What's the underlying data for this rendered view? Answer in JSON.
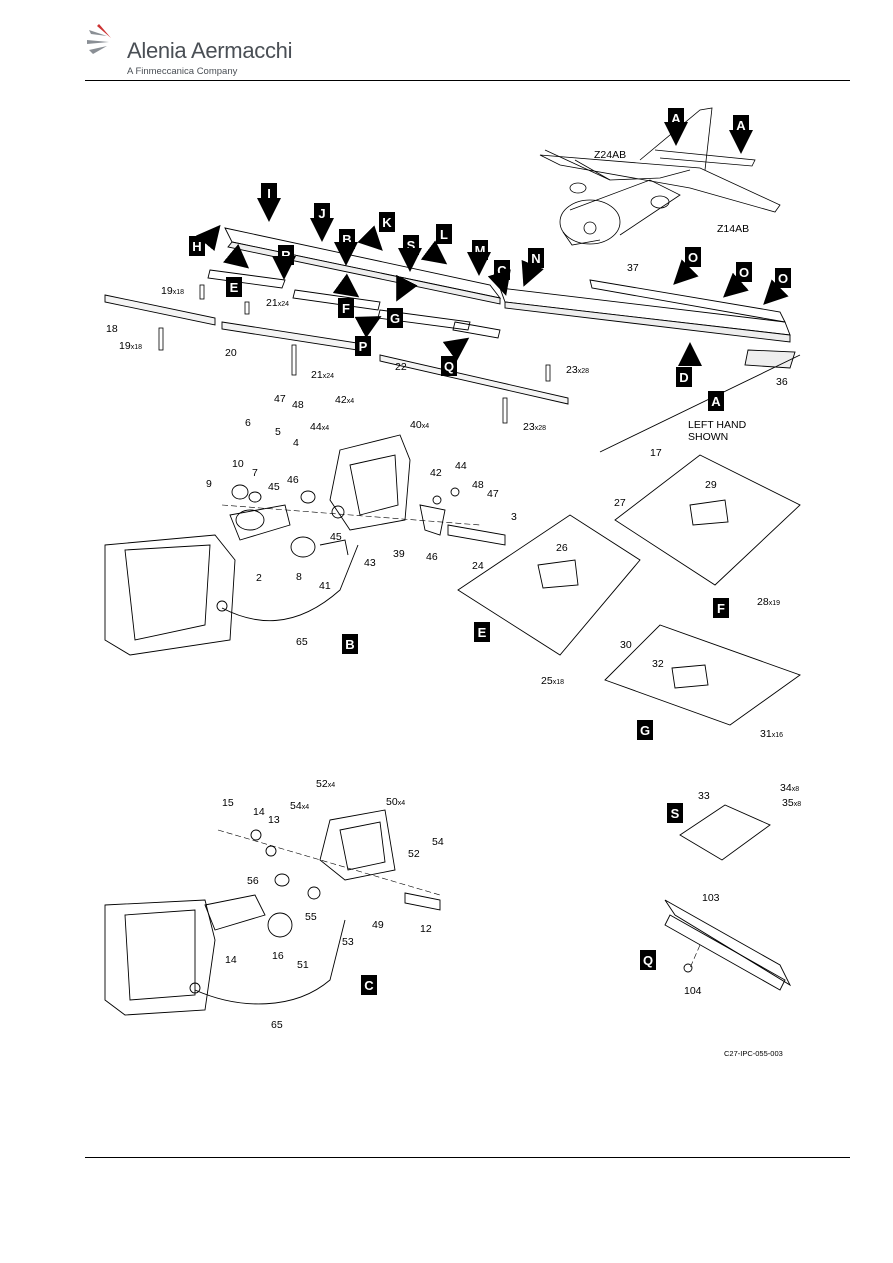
{
  "header": {
    "brand": "Alenia Aermacchi",
    "brand_sub": "A Finmeccanica Company"
  },
  "figure_id": "C27-IPC-055-003",
  "aircraft": {
    "z_left": "Z24AB",
    "z_right": "Z14AB",
    "note_line1": "LEFT HAND",
    "note_line2": "SHOWN"
  },
  "letters": {
    "A": "A",
    "B": "B",
    "C": "C",
    "D": "D",
    "E": "E",
    "F": "F",
    "G": "G",
    "H": "H",
    "I": "I",
    "J": "J",
    "K": "K",
    "L": "L",
    "M": "M",
    "N": "N",
    "O": "O",
    "P": "P",
    "Q": "Q",
    "R": "R",
    "S": "S"
  },
  "callouts": {
    "n2": "2",
    "n3": "3",
    "n4": "4",
    "n5": "5",
    "n6": "6",
    "n7": "7",
    "n8": "8",
    "n9": "9",
    "n10": "10",
    "n12": "12",
    "n13": "13",
    "n14": "14",
    "n15": "15",
    "n16": "16",
    "n17": "17",
    "n18": "18",
    "n19": "19",
    "n20": "20",
    "n21": "21",
    "n22": "22",
    "n23": "23",
    "n24": "24",
    "n25": "25",
    "n26": "26",
    "n27": "27",
    "n28": "28",
    "n29": "29",
    "n30": "30",
    "n31": "31",
    "n32": "32",
    "n33": "33",
    "n34": "34",
    "n35": "35",
    "n36": "36",
    "n37": "37",
    "n39": "39",
    "n40": "40",
    "n41": "41",
    "n42": "42",
    "n43": "43",
    "n44": "44",
    "n45": "45",
    "n46": "46",
    "n47": "47",
    "n48": "48",
    "n49": "49",
    "n50": "50",
    "n51": "51",
    "n52": "52",
    "n53": "53",
    "n54": "54",
    "n55": "55",
    "n56": "56",
    "n65": "65",
    "n103": "103",
    "n104": "104"
  },
  "qty": {
    "x4": "x4",
    "x8": "x8",
    "x16": "x16",
    "x18": "x18",
    "x19": "x19",
    "x24": "x24",
    "x28": "x28"
  }
}
